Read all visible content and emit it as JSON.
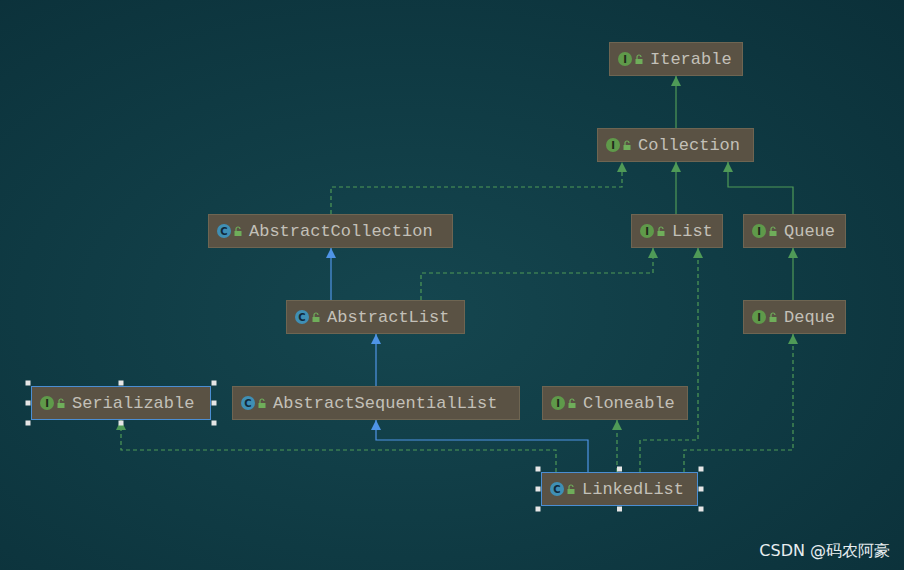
{
  "diagram": {
    "nodes": [
      {
        "text": [
          "I",
          "Iterable"
        ]
      },
      {
        "text": [
          "I",
          "Collection"
        ]
      },
      {
        "text": [
          "C",
          "AbstractCollection"
        ]
      },
      {
        "text": [
          "I",
          "List"
        ]
      },
      {
        "text": [
          "I",
          "Queue"
        ]
      },
      {
        "text": [
          "C",
          "AbstractList"
        ]
      },
      {
        "text": [
          "I",
          "Deque"
        ]
      },
      {
        "text": [
          "I",
          "Serializable"
        ]
      },
      {
        "text": [
          "C",
          "AbstractSequentialList"
        ]
      },
      {
        "text": [
          "I",
          "Cloneable"
        ]
      },
      {
        "text": [
          "C",
          "LinkedList"
        ]
      }
    ],
    "edges": [
      {
        "from": 1,
        "to": 0,
        "arrow": "to"
      },
      {
        "from": 2,
        "to": 1,
        "arrow": "to"
      },
      {
        "from": 3,
        "to": 1,
        "arrow": "to"
      },
      {
        "from": 4,
        "to": 1,
        "arrow": "to"
      },
      {
        "from": 5,
        "to": 2,
        "arrow": "to"
      },
      {
        "from": 5,
        "to": 3,
        "arrow": "to"
      },
      {
        "from": 6,
        "to": 4,
        "arrow": "to"
      },
      {
        "from": 8,
        "to": 5,
        "arrow": "to"
      },
      {
        "from": 10,
        "to": 7,
        "arrow": "to"
      },
      {
        "from": 10,
        "to": 8,
        "arrow": "to"
      },
      {
        "from": 10,
        "to": 9,
        "arrow": "to"
      },
      {
        "from": 10,
        "to": 3,
        "arrow": "to"
      },
      {
        "from": 10,
        "to": 6,
        "arrow": "to"
      }
    ],
    "labels": [
      "CSDN @码农阿豪"
    ]
  }
}
